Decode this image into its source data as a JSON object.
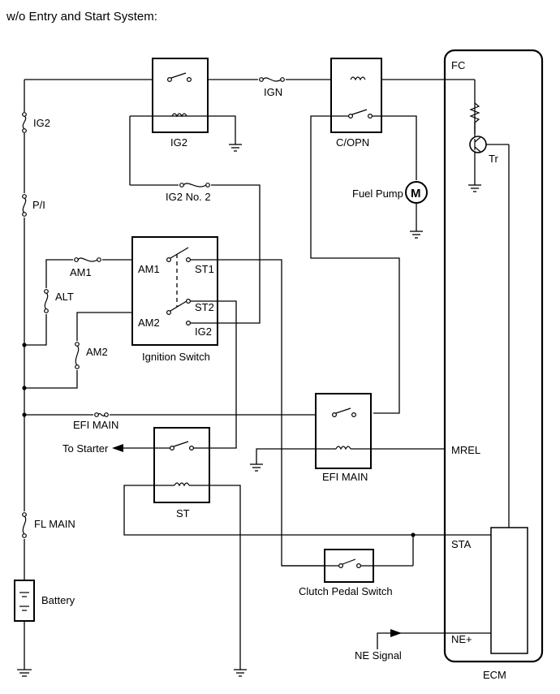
{
  "title": "w/o Entry and Start System:",
  "labels": {
    "ig2_fuse": "IG2",
    "pi_fuse": "P/I",
    "alt_fuse": "ALT",
    "am1_fuse": "AM1",
    "am2_fuse": "AM2",
    "efi_main_fuse": "EFI MAIN",
    "fl_main_fuse": "FL MAIN",
    "ign_fuse": "IGN",
    "ig2no2_fuse": "IG2 No. 2",
    "ig2_relay": "IG2",
    "copn_relay": "C/OPN",
    "efi_main_relay": "EFI MAIN",
    "st_relay": "ST",
    "fuel_pump": "Fuel Pump",
    "motor": "M",
    "ign_switch": "Ignition Switch",
    "sw_am1": "AM1",
    "sw_am2": "AM2",
    "sw_st1": "ST1",
    "sw_st2": "ST2",
    "sw_ig2": "IG2",
    "to_starter": "To Starter",
    "clutch": "Clutch Pedal Switch",
    "battery": "Battery",
    "ne_signal": "NE Signal",
    "ecm": "ECM",
    "fc": "FC",
    "tr": "Tr",
    "mrel": "MREL",
    "sta": "STA",
    "ne_plus": "NE+"
  }
}
